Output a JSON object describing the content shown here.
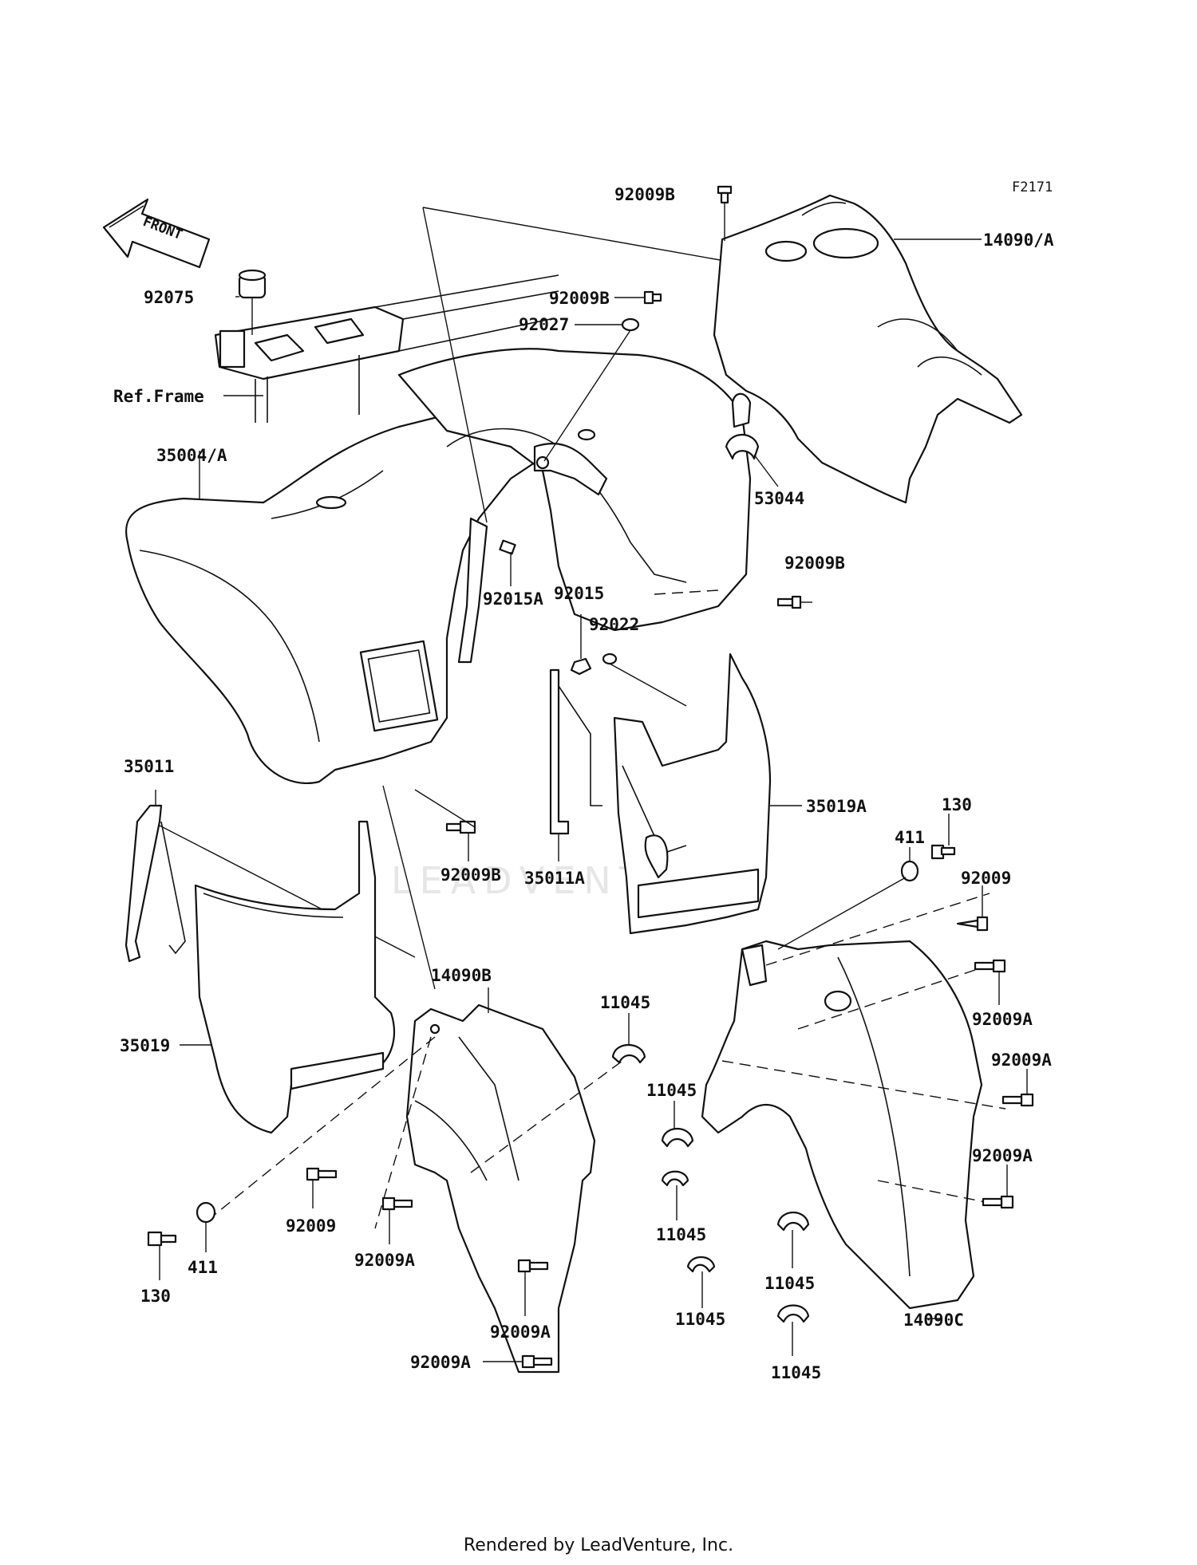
{
  "figure_id": "F2171",
  "front_arrow": "FRONT",
  "watermark": "LEADVENTURE",
  "footer": "Rendered by LeadVenture, Inc.",
  "labels": [
    {
      "id": "l-92009b-top",
      "text": "92009B"
    },
    {
      "id": "l-14090a",
      "text": "14090/A"
    },
    {
      "id": "l-92075",
      "text": "92075"
    },
    {
      "id": "l-92009b-mid",
      "text": "92009B"
    },
    {
      "id": "l-92027",
      "text": "92027"
    },
    {
      "id": "l-ref-frame",
      "text": "Ref.Frame"
    },
    {
      "id": "l-35004a",
      "text": "35004/A"
    },
    {
      "id": "l-53044",
      "text": "53044"
    },
    {
      "id": "l-92009b-right",
      "text": "92009B"
    },
    {
      "id": "l-92015",
      "text": "92015"
    },
    {
      "id": "l-92015a",
      "text": "92015A"
    },
    {
      "id": "l-92022",
      "text": "92022"
    },
    {
      "id": "l-35019a",
      "text": "35019A"
    },
    {
      "id": "l-35011",
      "text": "35011"
    },
    {
      "id": "l-411-r",
      "text": "411"
    },
    {
      "id": "l-130-r",
      "text": "130"
    },
    {
      "id": "l-92009b-low",
      "text": "92009B"
    },
    {
      "id": "l-35011a",
      "text": "35011A"
    },
    {
      "id": "l-92009-r",
      "text": "92009"
    },
    {
      "id": "l-14090b",
      "text": "14090B"
    },
    {
      "id": "l-92009a-r1",
      "text": "92009A"
    },
    {
      "id": "l-11045-1",
      "text": "11045"
    },
    {
      "id": "l-92009a-r2",
      "text": "92009A"
    },
    {
      "id": "l-35019",
      "text": "35019"
    },
    {
      "id": "l-11045-2",
      "text": "11045"
    },
    {
      "id": "l-92009a-r3",
      "text": "92009A"
    },
    {
      "id": "l-92009-l",
      "text": "92009"
    },
    {
      "id": "l-92009a-l",
      "text": "92009A"
    },
    {
      "id": "l-11045-3",
      "text": "11045"
    },
    {
      "id": "l-411-l",
      "text": "411"
    },
    {
      "id": "l-130-l",
      "text": "130"
    },
    {
      "id": "l-11045-4",
      "text": "11045"
    },
    {
      "id": "l-92009a-m",
      "text": "92009A"
    },
    {
      "id": "l-11045-5",
      "text": "11045"
    },
    {
      "id": "l-14090c",
      "text": "14090C"
    },
    {
      "id": "l-92009a-b",
      "text": "92009A"
    },
    {
      "id": "l-11045-6",
      "text": "11045"
    }
  ]
}
